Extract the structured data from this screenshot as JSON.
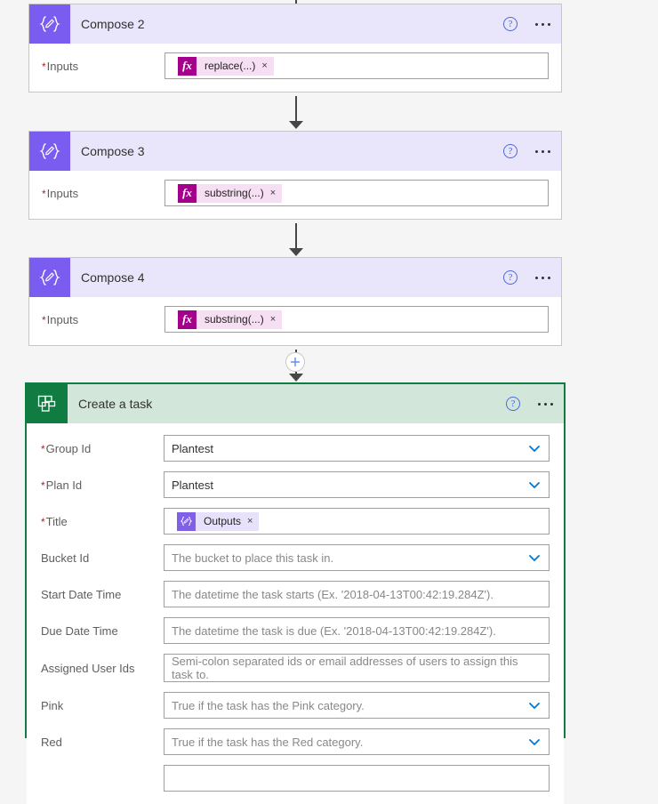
{
  "theme": {
    "background": "#f5f5f5",
    "compose_accent": "#7a5cf0",
    "compose_header_bg": "#e9e5fb",
    "planner_accent": "#107c41",
    "planner_header_bg": "#d3e6da",
    "selection_border": "#107c41",
    "chevron_blue": "#0078d4",
    "required_asterisk": "#a4262c",
    "fx_chip": "#a4008c",
    "token_chip": "#8060e6"
  },
  "cards": [
    {
      "id": "compose-2",
      "title": "Compose 2",
      "icon": "compose-icon",
      "help_icon": "help-icon",
      "more_icon": "more-options-icon",
      "fields": [
        {
          "label": "Inputs",
          "required": true,
          "chip": {
            "kind": "fx",
            "icon": "fx-icon",
            "text": "replace(...)",
            "remove": "×"
          }
        }
      ]
    },
    {
      "id": "compose-3",
      "title": "Compose 3",
      "icon": "compose-icon",
      "help_icon": "help-icon",
      "more_icon": "more-options-icon",
      "fields": [
        {
          "label": "Inputs",
          "required": true,
          "chip": {
            "kind": "fx",
            "icon": "fx-icon",
            "text": "substring(...)",
            "remove": "×"
          }
        }
      ]
    },
    {
      "id": "compose-4",
      "title": "Compose 4",
      "icon": "compose-icon",
      "help_icon": "help-icon",
      "more_icon": "more-options-icon",
      "fields": [
        {
          "label": "Inputs",
          "required": true,
          "chip": {
            "kind": "fx",
            "icon": "fx-icon",
            "text": "substring(...)",
            "remove": "×"
          }
        }
      ]
    }
  ],
  "planner_card": {
    "id": "create-a-task",
    "title": "Create a task",
    "icon": "planner-icon",
    "help_icon": "help-icon",
    "more_icon": "more-options-icon",
    "selected": true,
    "fields": [
      {
        "label": "Group Id",
        "required": true,
        "value": "Plantest",
        "dropdown": true
      },
      {
        "label": "Plan Id",
        "required": true,
        "value": "Plantest",
        "dropdown": true
      },
      {
        "label": "Title",
        "required": true,
        "chip": {
          "kind": "token",
          "icon": "compose-icon",
          "text": "Outputs",
          "remove": "×"
        }
      },
      {
        "label": "Bucket Id",
        "required": false,
        "placeholder": "The bucket to place this task in.",
        "dropdown": true
      },
      {
        "label": "Start Date Time",
        "required": false,
        "placeholder": "The datetime the task starts (Ex. '2018-04-13T00:42:19.284Z')."
      },
      {
        "label": "Due Date Time",
        "required": false,
        "placeholder": "The datetime the task is due (Ex. '2018-04-13T00:42:19.284Z')."
      },
      {
        "label": "Assigned User Ids",
        "required": false,
        "placeholder": "Semi-colon separated ids or email addresses of users to assign this task to."
      },
      {
        "label": "Pink",
        "required": false,
        "placeholder": "True if the task has the Pink category.",
        "dropdown": true
      },
      {
        "label": "Red",
        "required": false,
        "placeholder": "True if the task has the Red category.",
        "dropdown": true
      }
    ]
  },
  "connectors": {
    "add_step_label": "+"
  }
}
